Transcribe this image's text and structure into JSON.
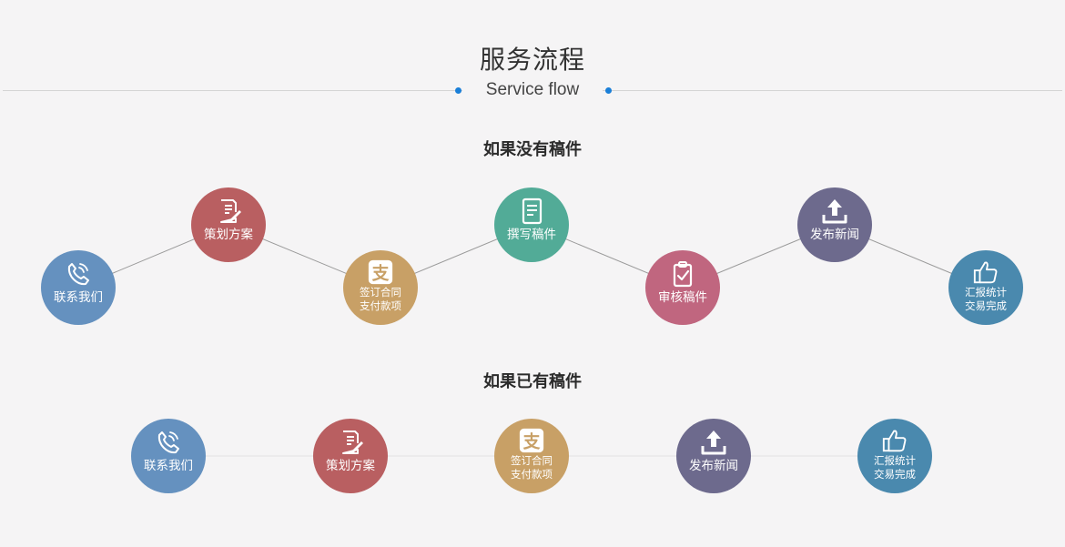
{
  "header": {
    "title": "服务流程",
    "subtitle": "Service flow",
    "dot_color": "#1a7fd8"
  },
  "flow_without": {
    "heading": "如果没有稿件",
    "steps": [
      {
        "label": "联系我们",
        "icon": "phone-icon",
        "color": "#6591bf"
      },
      {
        "label": "策划方案",
        "icon": "document-edit-icon",
        "color": "#b95f61"
      },
      {
        "label1": "签订合同",
        "label2": "支付款项",
        "icon": "alipay-icon",
        "color": "#c8a066"
      },
      {
        "label": "撰写稿件",
        "icon": "document-icon",
        "color": "#52ab97"
      },
      {
        "label": "审核稿件",
        "icon": "clipboard-check-icon",
        "color": "#c0667f"
      },
      {
        "label": "发布新闻",
        "icon": "upload-icon",
        "color": "#6d6a8d"
      },
      {
        "label1": "汇报统计",
        "label2": "交易完成",
        "icon": "thumbs-up-icon",
        "color": "#4a89ae"
      }
    ]
  },
  "flow_with": {
    "heading": "如果已有稿件",
    "steps": [
      {
        "label": "联系我们",
        "icon": "phone-icon",
        "color": "#6591bf"
      },
      {
        "label": "策划方案",
        "icon": "document-edit-icon",
        "color": "#b95f61"
      },
      {
        "label1": "签订合同",
        "label2": "支付款项",
        "icon": "alipay-icon",
        "color": "#c8a066"
      },
      {
        "label": "发布新闻",
        "icon": "upload-icon",
        "color": "#6d6a8d"
      },
      {
        "label1": "汇报统计",
        "label2": "交易完成",
        "icon": "thumbs-up-icon",
        "color": "#4a89ae"
      }
    ]
  }
}
